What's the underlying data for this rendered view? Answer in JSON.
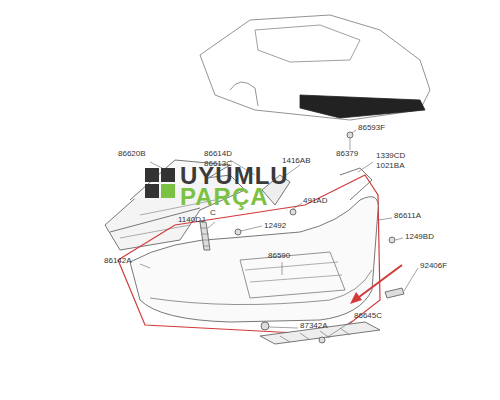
{
  "diagram": {
    "labels": [
      "86620B",
      "86614D",
      "86613C",
      "1416AB",
      "C",
      "1140DJ",
      "491AD",
      "12492",
      "86590",
      "86379",
      "86593F",
      "1339CD",
      "1021BA",
      "86611A",
      "1249BD",
      "92406F",
      "86142A",
      "87342A",
      "86645C",
      "UYUMLU",
      "PARÇA"
    ]
  }
}
